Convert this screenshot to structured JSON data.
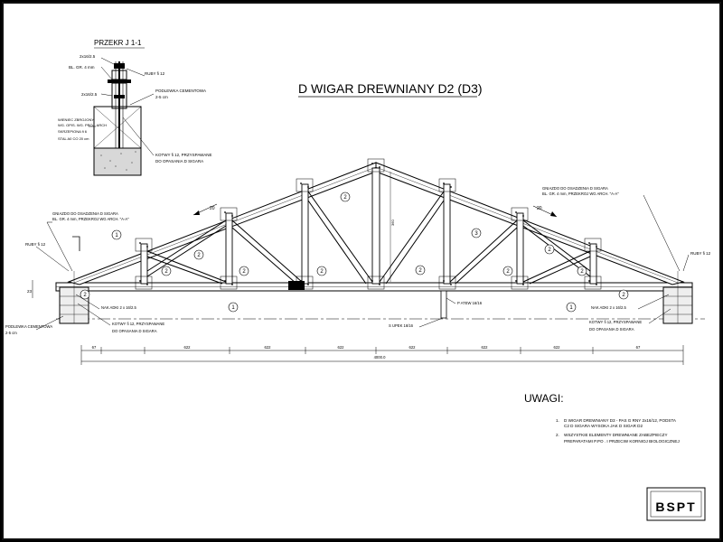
{
  "title": "D WIGAR DREWNIANY D2 (D3)",
  "section": {
    "title": "PRZEKR J 1-1",
    "labels": {
      "timber_top": "2x16/2.5",
      "plate": "BL. GR. 4 mm",
      "bolt_top": "RUBY fi 12",
      "timber_bottom": "2x16/2.5",
      "mortar": "PODLEWKA CEMENTOWA",
      "mortar_thk": "2-5 cm",
      "wall1": "WIENIEC ZBROJONY",
      "wall2": "WG. OPIS. WG. PROJ. ARCH",
      "wall3": "SKRZEPIONA fi 6",
      "wall4": "STAL A0 CO 20 cm",
      "anchor1": "KOTWY fi 12, PRZYSPAWANE",
      "anchor2": "DO OPASANIA D SIGARA"
    }
  },
  "truss": {
    "members": [
      "1",
      "2",
      "3"
    ],
    "slope_left": "20",
    "slope_right": "20",
    "left_notes": {
      "gusset1": "GNIAZDO DO OSADZENIA D SIGARA",
      "gusset2": "BL. GR. 4 mm, PRZEKROJ WG ARCH. \"A-A\"",
      "bolts": "RUBY fi 12",
      "nails": "NAK ADKI 2 x 16/2.5",
      "anchor1": "KOTWY fi 12, PRZYSPAWANE",
      "anchor2": "DO OPASANIA D SIGARA",
      "mortar1": "PODLEWKA CEMENTOWA",
      "mortar2": "2-5 cm"
    },
    "right_notes": {
      "gusset1": "GNIAZDO DO OSADZENIA D SIGARA",
      "gusset2": "BL. GR. 4 mm, PRZEKROJ WG ARCH. \"A-A\"",
      "bolts": "RUBY fi 12",
      "nails": "NAK ADKI 2 x 16/2.5",
      "anchor1": "KOTWY fi 12, PRZYSPAWANE",
      "anchor2": "DO OPASANIA D SIGARA"
    },
    "mid_notes": {
      "joint": "P ATEW 16/16",
      "post": "S UPEK 16/16"
    },
    "height_dim": "360",
    "left_height": "23",
    "dims": [
      "67",
      "622",
      "622",
      "622",
      "622",
      "622",
      "622",
      "67"
    ],
    "total_dim": "4000.0"
  },
  "notes": {
    "heading": "UWAGI:",
    "n1_num": "1.",
    "n1_line1": "D WIGAR DREWNIANY D3 - PAS G RNY 2x16/12, PODSTA",
    "n1_line2": "C2       D SIGARA WYSOKA   JAK D SIGAR D2",
    "n2_num": "2.",
    "n2_line1": "WSZYSTKIE ELEMENTY DREWNIANE ZABEZPIECZY",
    "n2_line2": "PREPARATAMI P.PO . I PRZECIW KORNIOJ BIOLOGICZNEJ"
  },
  "stamp": "BSPT"
}
